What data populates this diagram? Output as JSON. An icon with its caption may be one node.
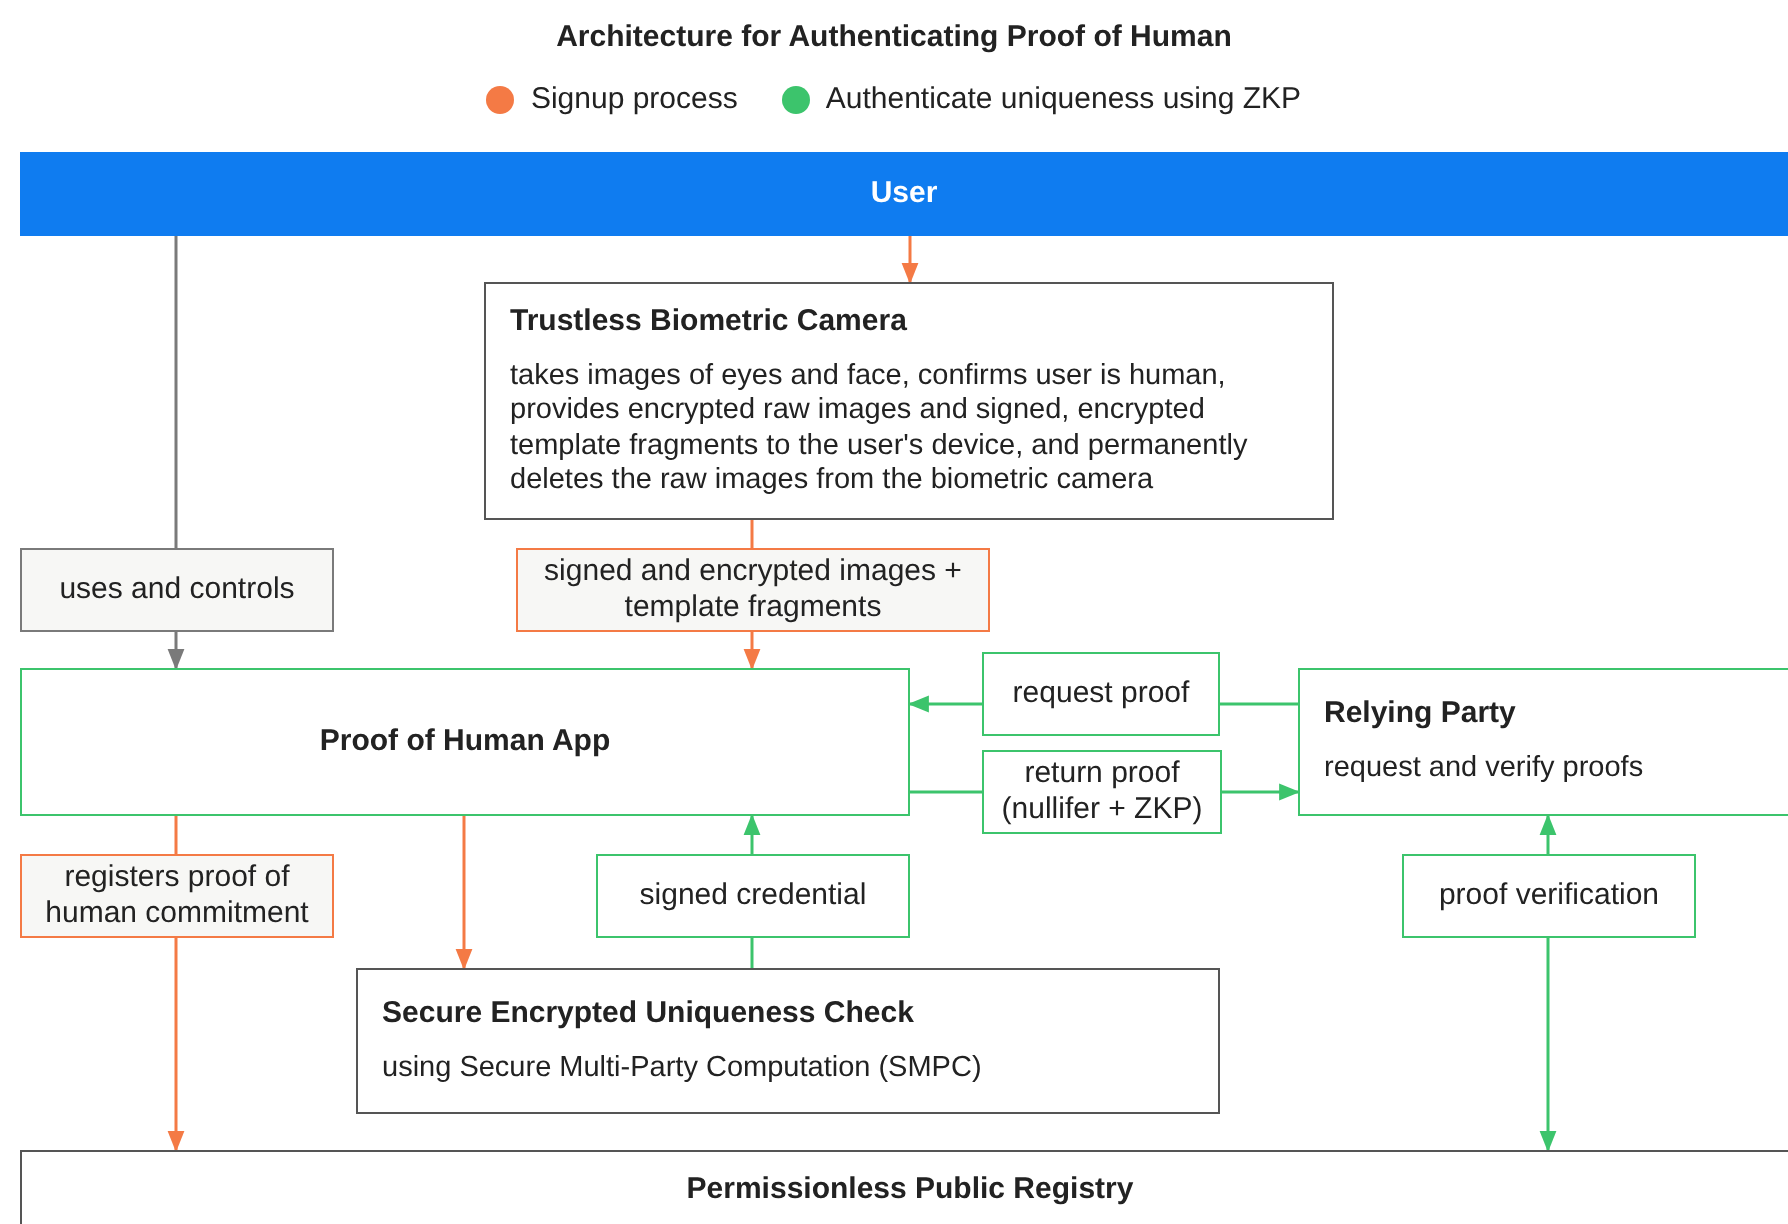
{
  "diagram": {
    "title": "Architecture for Authenticating Proof of Human",
    "nodes": [
      {
        "text": [
          "User"
        ]
      },
      {
        "text": [
          "Trustless Biometric Camera",
          "takes images of eyes and face, confirms user is human, provides encrypted raw images and signed, encrypted template fragments to the user's device, and permanently deletes the raw images from the biometric camera"
        ]
      },
      {
        "text": [
          "Proof of Human App"
        ]
      },
      {
        "text": [
          "Relying Party",
          "request and verify proofs"
        ]
      },
      {
        "text": [
          "Secure Encrypted Uniqueness Check",
          "using Secure Multi-Party Computation (SMPC)"
        ]
      },
      {
        "text": [
          "Permissionless Public Registry"
        ]
      }
    ],
    "edges": [
      {
        "from": 0,
        "to": 1,
        "arrow": "to",
        "color": "#f47a45"
      },
      {
        "from": 0,
        "to": 2,
        "arrow": "to",
        "label": "uses and controls",
        "color": "#7a7a7a"
      },
      {
        "from": 1,
        "to": 2,
        "arrow": "to",
        "label": "signed and encrypted images + template fragments",
        "color": "#f47a45"
      },
      {
        "from": 3,
        "to": 2,
        "arrow": "to",
        "label": "request proof",
        "color": "#3cc46c"
      },
      {
        "from": 2,
        "to": 3,
        "arrow": "to",
        "label": "return proof (nullifer + ZKP)",
        "color": "#3cc46c"
      },
      {
        "from": 2,
        "to": 5,
        "arrow": "to",
        "label": "registers proof of human commitment",
        "color": "#f47a45"
      },
      {
        "from": 2,
        "to": 4,
        "arrow": "to",
        "color": "#f47a45"
      },
      {
        "from": 4,
        "to": 2,
        "arrow": "to",
        "label": "signed credential",
        "color": "#3cc46c"
      },
      {
        "from": 3,
        "to": 5,
        "arrow": "both",
        "label": "proof verification",
        "color": "#3cc46c"
      }
    ],
    "legend": [
      {
        "text": "Signup process",
        "color": "#f47a45"
      },
      {
        "text": "Authenticate uniqueness using ZKP",
        "color": "#3cc46c"
      }
    ]
  }
}
